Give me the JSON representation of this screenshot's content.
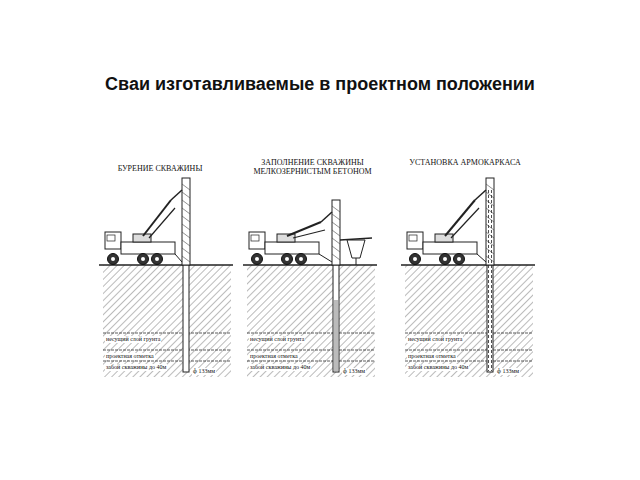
{
  "diagram": {
    "title": "Сваи изготавливаемые в проектном положении",
    "labels": [
      "БУРЕНИЕ СКВАЖИНЫ",
      "ЗАПОЛНЕНИЕ СКВАЖИНЫ МЕЛКОЗЕРНИСТЫМ БЕТОНОМ",
      "УСТАНОВКА АРМОКАРКАСА",
      "несущий слой грунта",
      "проектная отметка",
      "забой скважины до 40м",
      "ф 133мм",
      "несущий слой грунта",
      "проектная отметка",
      "забой скважины до 40м",
      "ф 133мм",
      "несущий слой грунта",
      "проектная отметка",
      "забой скважины до 40м",
      "ф 133мм"
    ]
  }
}
